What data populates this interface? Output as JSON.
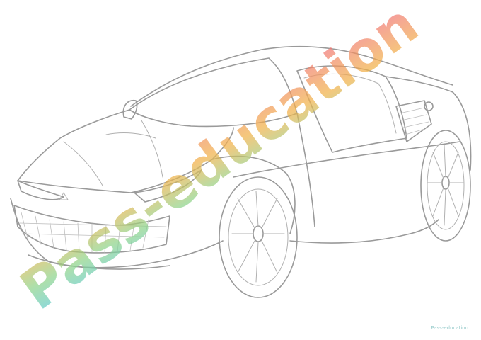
{
  "image": {
    "subject": "line-drawing sports car coloring page"
  },
  "watermark": {
    "text": "Pass-education",
    "colors": [
      "#4fc8e8",
      "#8fd48a",
      "#f2b24a",
      "#f2826e",
      "#ef5f8a"
    ]
  },
  "stamp": {
    "brand": "Pass-education",
    "sub": ""
  }
}
